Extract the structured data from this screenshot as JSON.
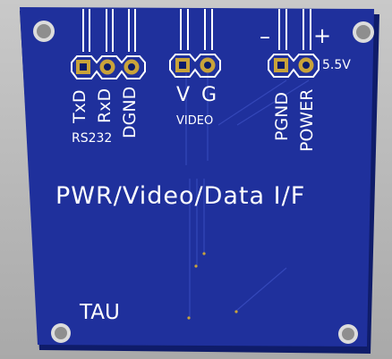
{
  "board": {
    "color": "#1e2f9b",
    "edge_color": "#14206e",
    "silk_color": "#ffffff",
    "pad_color": "#c9a33a",
    "pad_hole": "#0a1a6a"
  },
  "labels": {
    "txd": "TxD",
    "rxd": "RxD",
    "dgnd": "DGND",
    "rs232": "RS232",
    "v": "V",
    "g": "G",
    "video": "VIDEO",
    "minus": "–",
    "plus": "+",
    "voltage": "5.5V",
    "pgnd": "PGND",
    "power": "POWER",
    "title": "PWR/Video/Data I/F",
    "tau": "TAU"
  }
}
